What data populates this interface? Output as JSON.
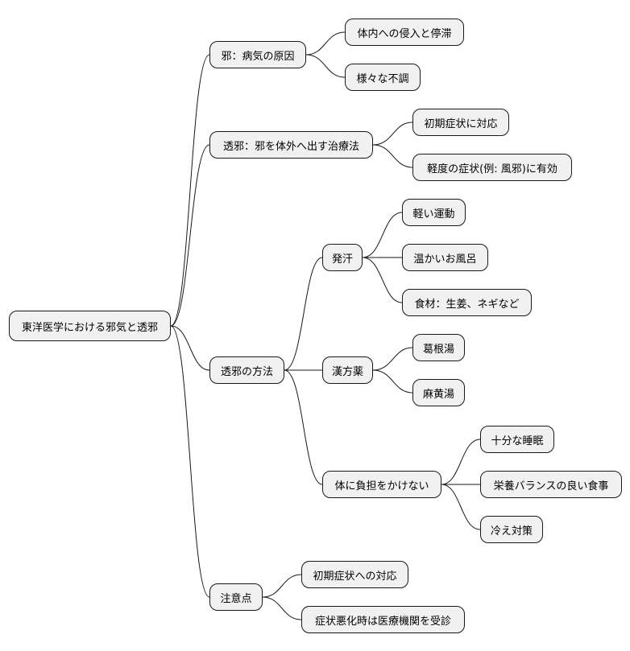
{
  "mindmap": {
    "root": "東洋医学における邪気と透邪",
    "branches": {
      "cause": {
        "label": "邪：病気の原因",
        "items": [
          "体内への侵入と停滞",
          "様々な不調"
        ]
      },
      "therapy": {
        "label": "透邪：邪を体外へ出す治療法",
        "items": [
          "初期症状に対応",
          "軽度の症状(例: 風邪)に有効"
        ]
      },
      "methods": {
        "label": "透邪の方法",
        "sweat": {
          "label": "発汗",
          "items": [
            "軽い運動",
            "温かいお風呂",
            "食材：生姜、ネギなど"
          ]
        },
        "kampo": {
          "label": "漢方薬",
          "items": [
            "葛根湯",
            "麻黄湯"
          ]
        },
        "care": {
          "label": "体に負担をかけない",
          "items": [
            "十分な睡眠",
            "栄養バランスの良い食事",
            "冷え対策"
          ]
        }
      },
      "notes": {
        "label": "注意点",
        "items": [
          "初期症状への対応",
          "症状悪化時は医療機関を受診"
        ]
      }
    }
  }
}
